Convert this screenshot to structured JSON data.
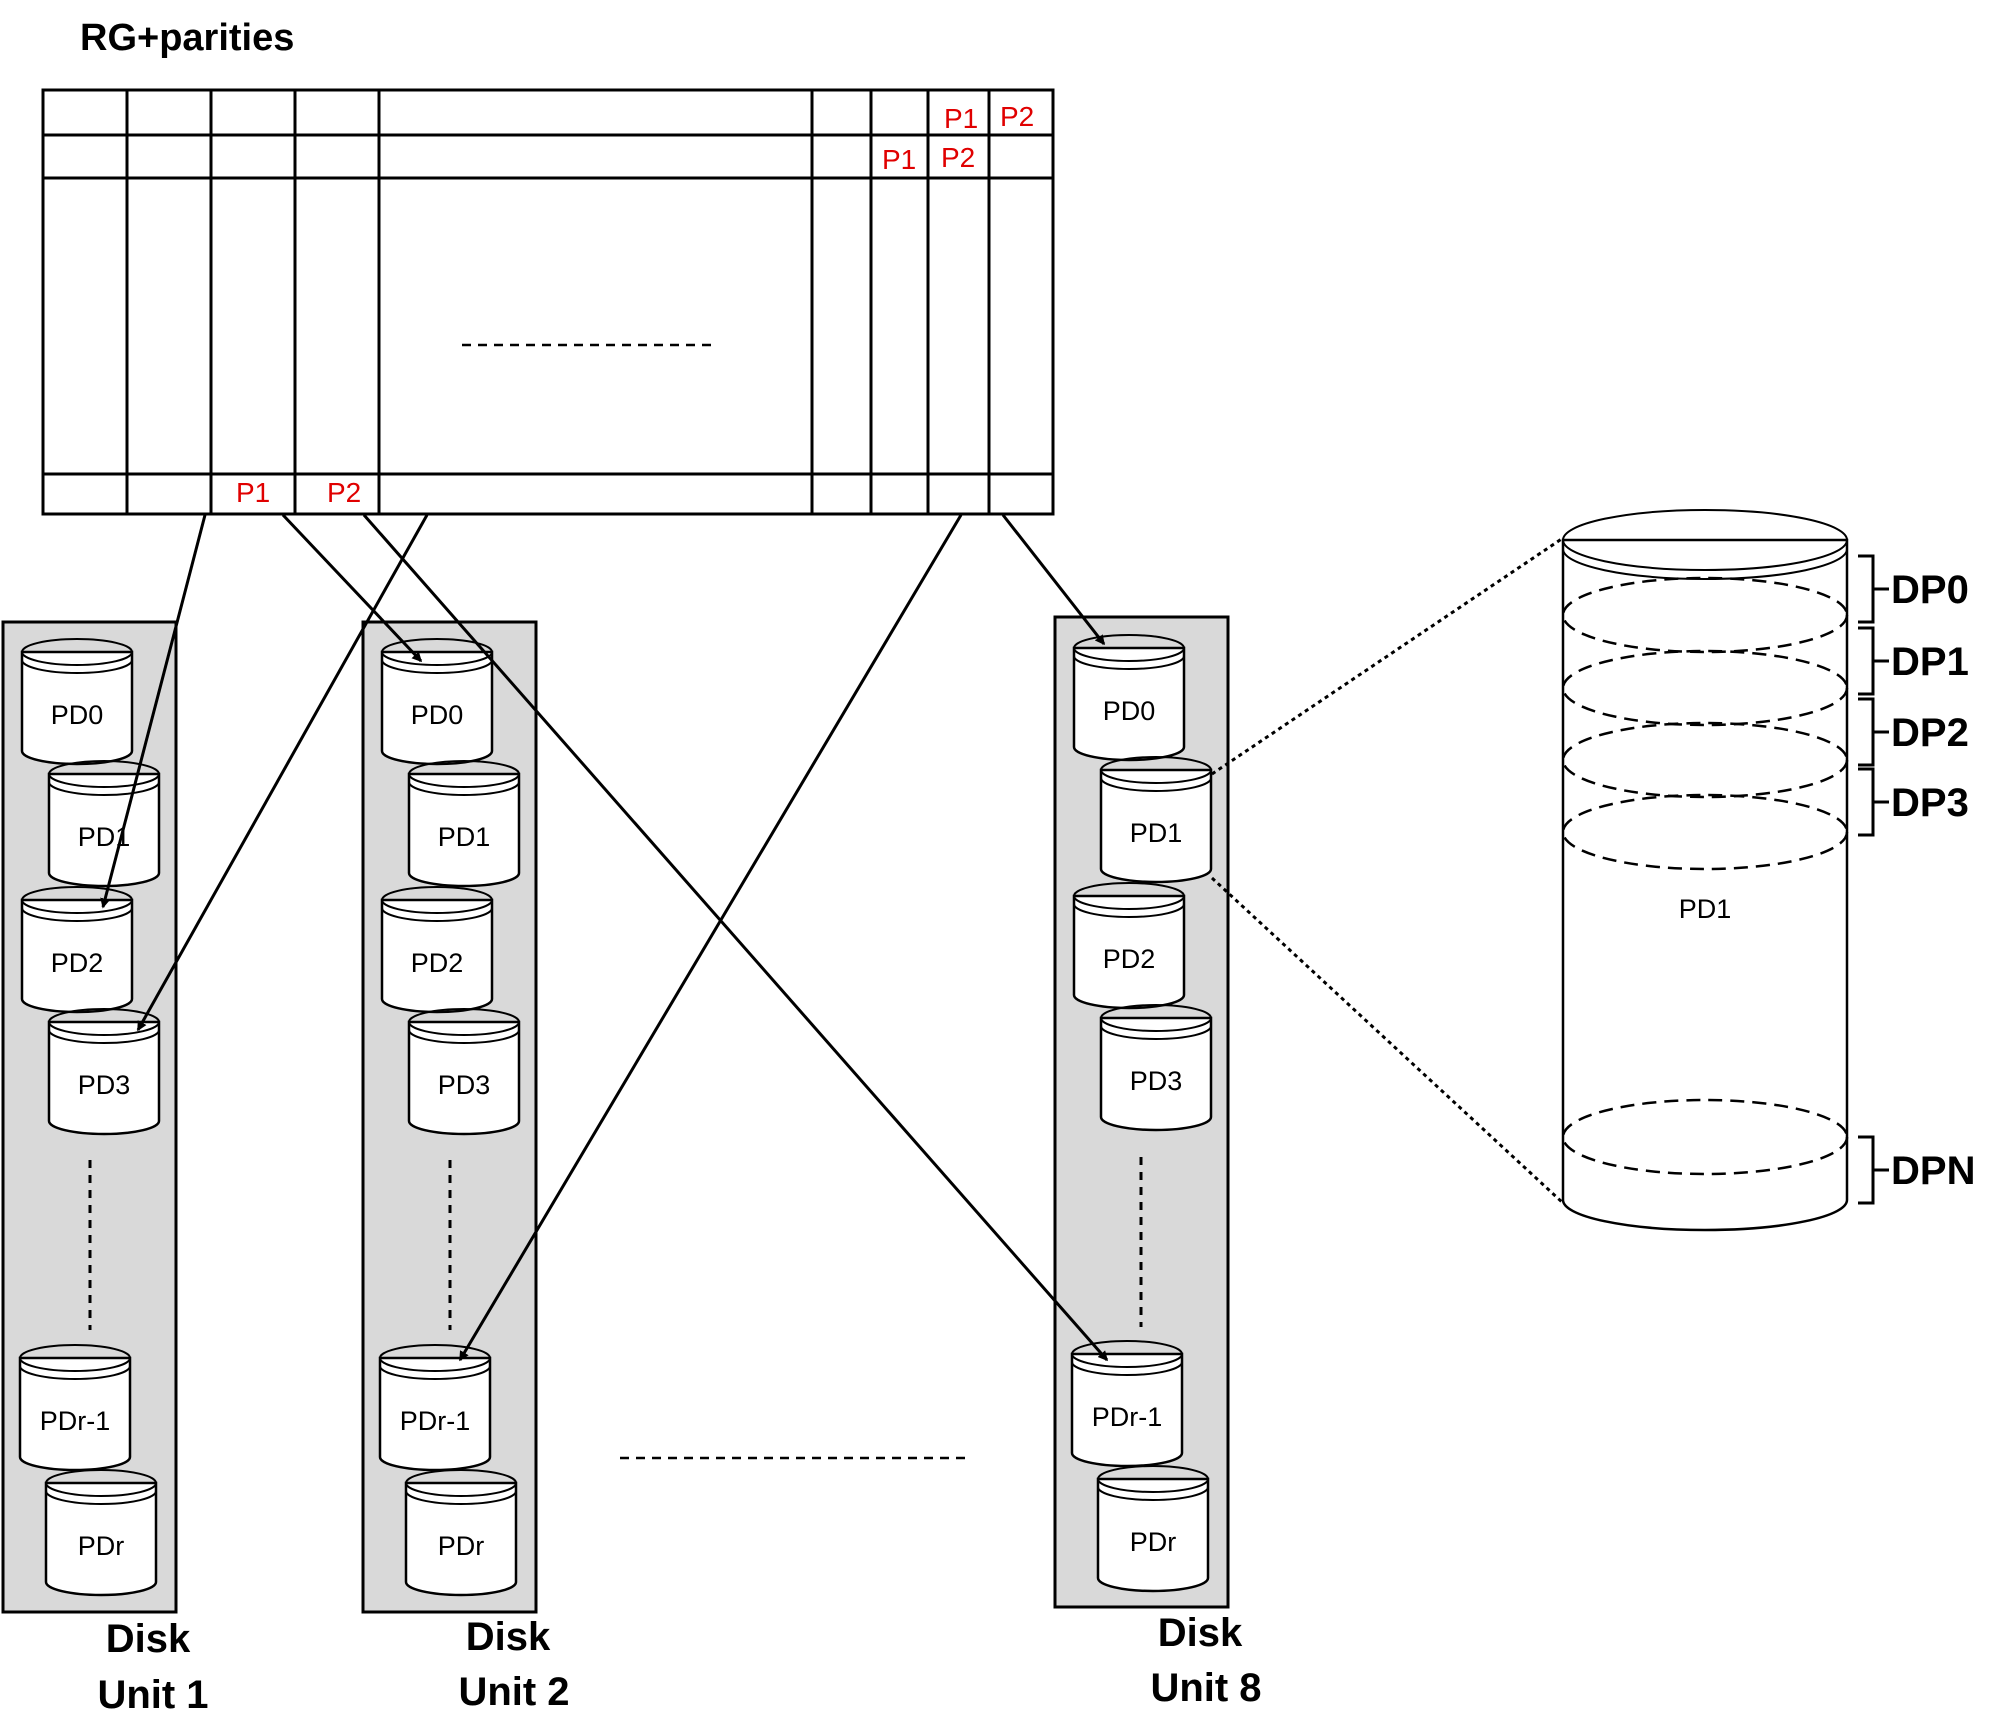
{
  "title": "RG+parities",
  "parity_labels": {
    "row1_p1": "P1",
    "row1_p2": "P2",
    "row2_p1": "P1",
    "row2_p2": "P2",
    "last_p1": "P1",
    "last_p2": "P2"
  },
  "disk_units": [
    {
      "label_line1": "Disk",
      "label_line2": "Unit 1",
      "disks": [
        "PD0",
        "PD1",
        "PD2",
        "PD3",
        "PDr-1",
        "PDr"
      ]
    },
    {
      "label_line1": "Disk",
      "label_line2": "Unit 2",
      "disks": [
        "PD0",
        "PD1",
        "PD2",
        "PD3",
        "PDr-1",
        "PDr"
      ]
    },
    {
      "label_line1": "Disk",
      "label_line2": "Unit 8",
      "disks": [
        "PD0",
        "PD1",
        "PD2",
        "PD3",
        "PDr-1",
        "PDr"
      ]
    }
  ],
  "zoom": {
    "disk_label": "PD1",
    "partitions": [
      "DP0",
      "DP1",
      "DP2",
      "DP3",
      "DPN"
    ]
  }
}
